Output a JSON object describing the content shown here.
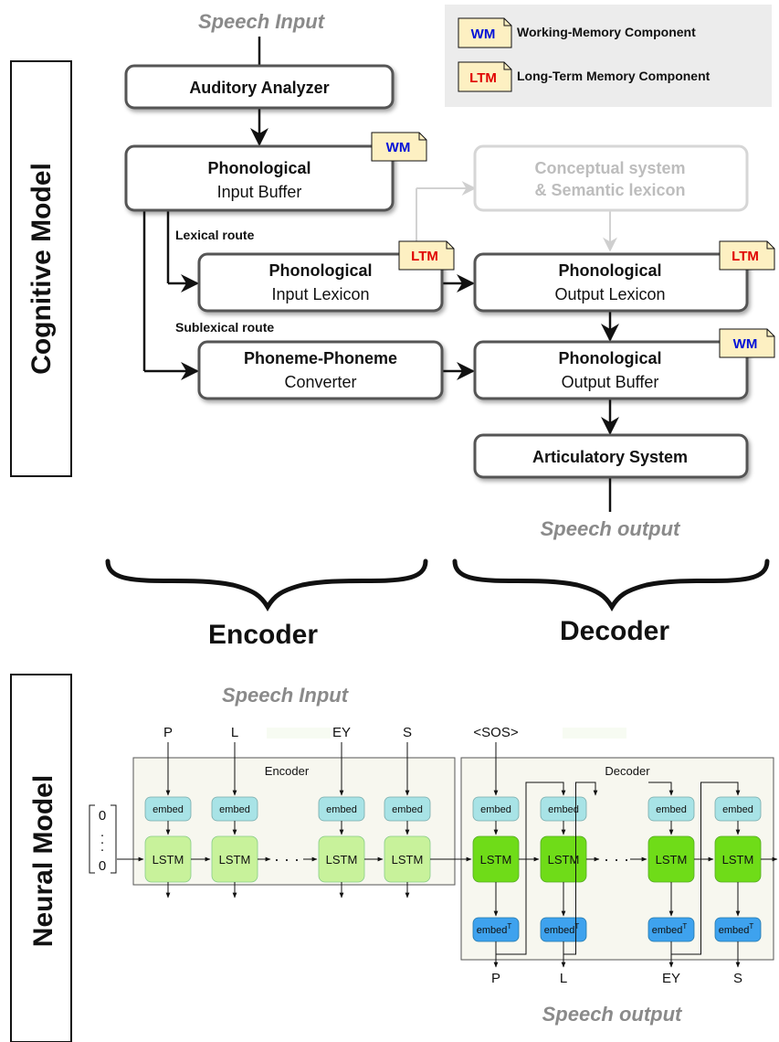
{
  "cognitive_model": {
    "side_label": "Cognitive  Model",
    "speech_input": "Speech Input",
    "speech_output": "Speech output",
    "legend": {
      "wm_tag": "WM",
      "wm_text": "Working-Memory Component",
      "ltm_tag": "LTM",
      "ltm_text": "Long-Term Memory Component"
    },
    "boxes": {
      "auditory_analyzer": "Auditory Analyzer",
      "phon_input_buffer": {
        "title": "Phonological",
        "sub": "Input Buffer",
        "tag": "WM"
      },
      "conceptual_system": {
        "line1": "Conceptual system",
        "line2": "& Semantic lexicon"
      },
      "phon_input_lexicon": {
        "title": "Phonological",
        "sub": "Input Lexicon",
        "tag": "LTM"
      },
      "phon_output_lexicon": {
        "title": "Phonological",
        "sub": "Output Lexicon",
        "tag": "LTM"
      },
      "phoneme_converter": {
        "title": "Phoneme-Phoneme",
        "sub": "Converter"
      },
      "phon_output_buffer": {
        "title": "Phonological",
        "sub": "Output Buffer",
        "tag": "WM"
      },
      "articulatory_system": "Articulatory System"
    },
    "routes": {
      "lexical": "Lexical route",
      "sublexical": "Sublexical route"
    },
    "encoder_label": "Encoder",
    "decoder_label": "Decoder"
  },
  "neural_model": {
    "side_label": "Neural Model",
    "speech_input": "Speech Input",
    "speech_output": "Speech output",
    "encoder_panel": "Encoder",
    "decoder_panel": "Decoder",
    "input_tokens": [
      "P",
      "L",
      "EY",
      "S"
    ],
    "sos_token": "<SOS>",
    "output_tokens": [
      "P",
      "L",
      "EY",
      "S"
    ],
    "embed_label": "embed",
    "embed_t_label": "embed",
    "embed_t_sup": "T",
    "lstm_label": "LSTM",
    "init_vector": [
      "0",
      "0"
    ],
    "ellipsis": "· · ·"
  },
  "colors": {
    "wm_text": "#0010d8",
    "ltm_text": "#e00000",
    "tag_fill": "#fdf0c2",
    "encoder_lstm": "#c8f29b",
    "decoder_lstm": "#6fdc18",
    "embed_fill": "#a8e3e6",
    "embed_t_fill": "#3ea2ee"
  }
}
